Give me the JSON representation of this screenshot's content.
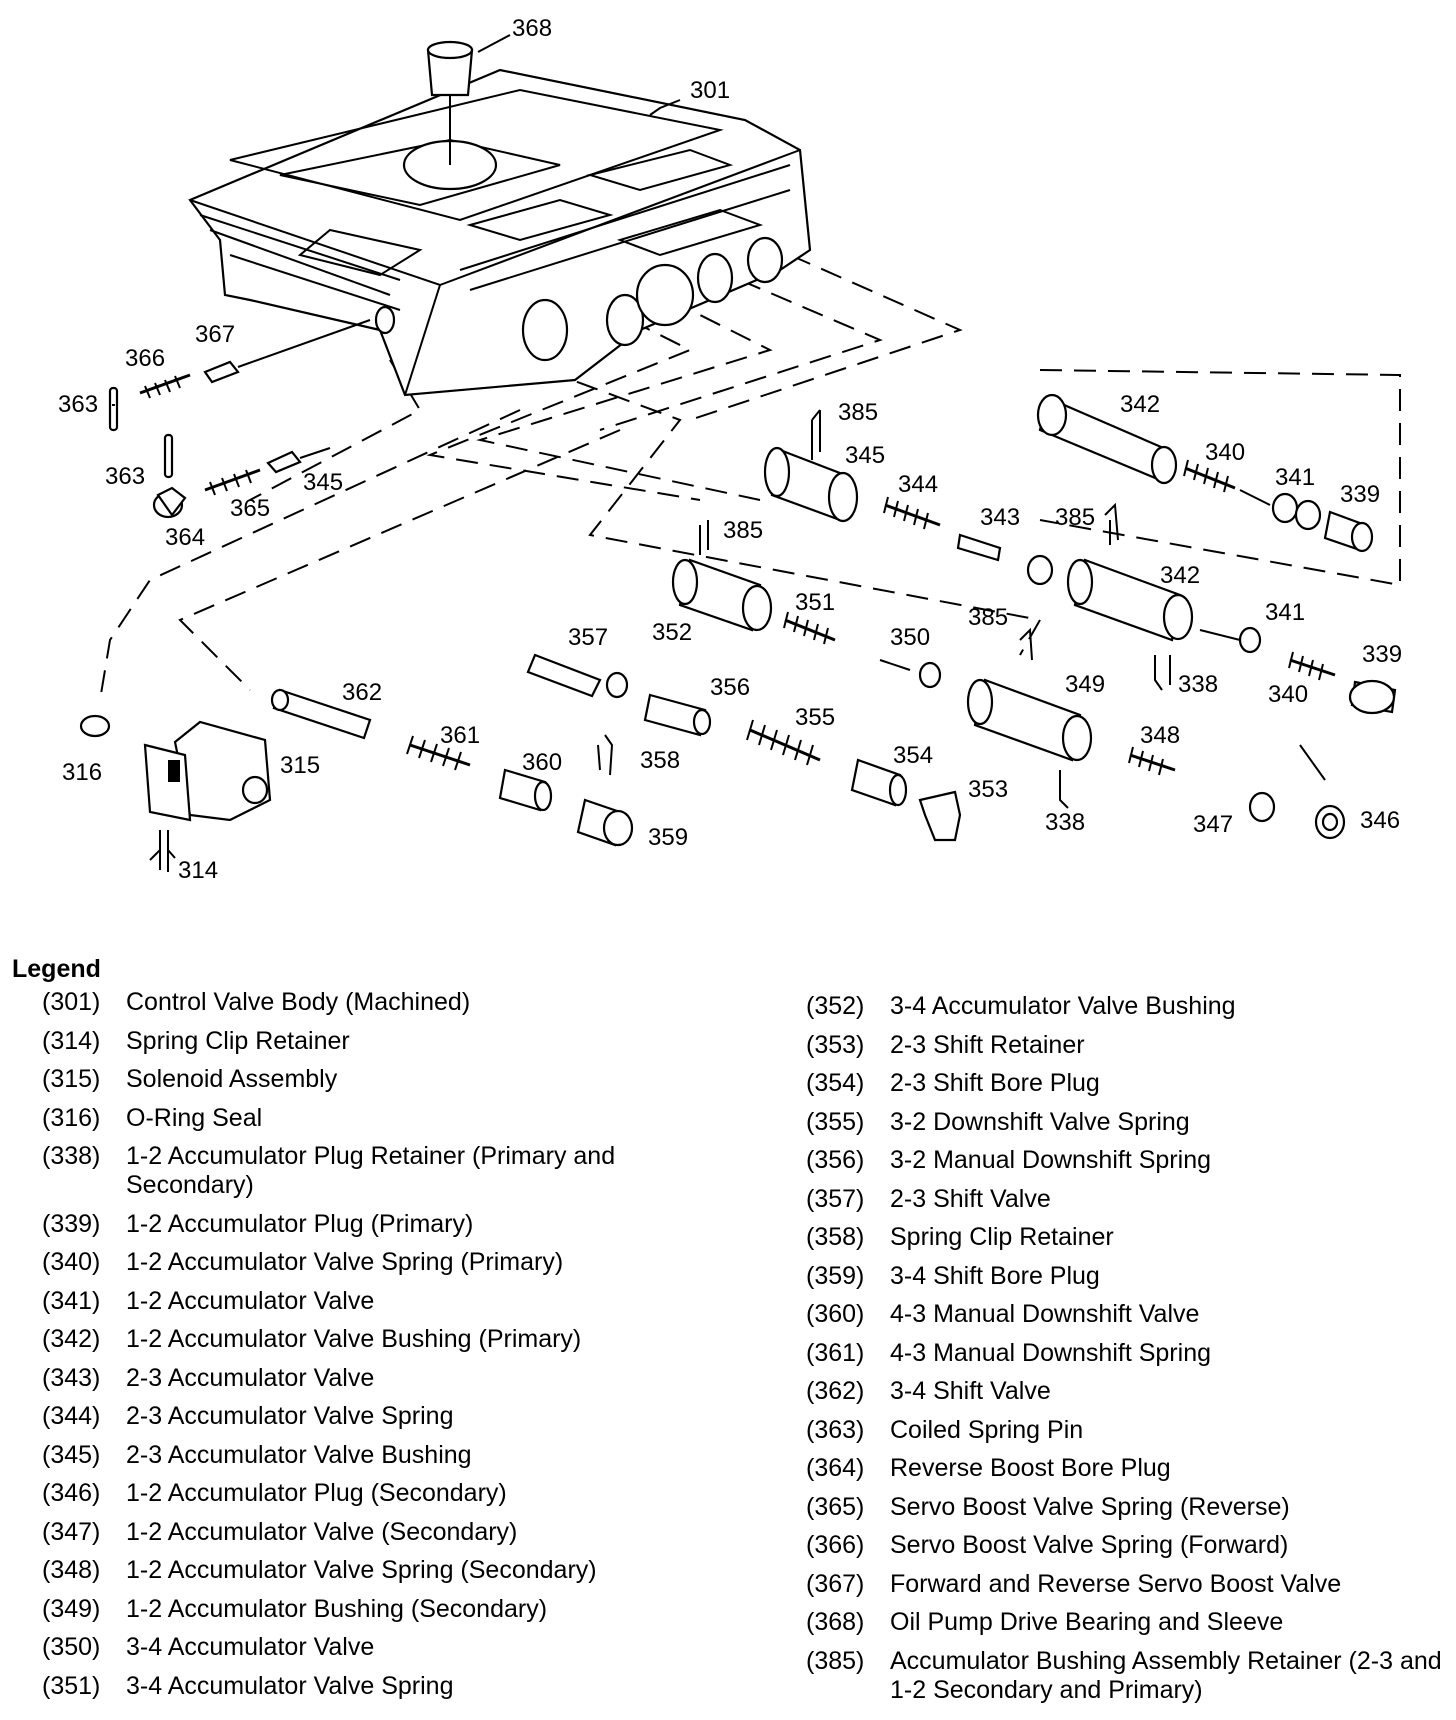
{
  "diagram": {
    "callouts": {
      "c368": "368",
      "c301": "301",
      "c367": "367",
      "c366": "366",
      "c363a": "363",
      "c363b": "363",
      "c365": "365",
      "c345a": "345",
      "c364": "364",
      "c342a": "342",
      "c340a": "340",
      "c341a": "341",
      "c339a": "339",
      "c385a": "385",
      "c345b": "345",
      "c344": "344",
      "c343": "343",
      "c385b": "385",
      "c342b": "342",
      "c385c": "385",
      "c351": "351",
      "c352": "352",
      "c350": "350",
      "c341b": "341",
      "c339b": "339",
      "c385d": "385",
      "c357": "357",
      "c340b": "340",
      "c338a": "338",
      "c349": "349",
      "c362": "362",
      "c356": "356",
      "c355": "355",
      "c348": "348",
      "c361": "361",
      "c316": "316",
      "c315": "315",
      "c360": "360",
      "c358": "358",
      "c354": "354",
      "c353": "353",
      "c338b": "338",
      "c347": "347",
      "c346": "346",
      "c359": "359",
      "c314": "314"
    }
  },
  "legend": {
    "title": "Legend",
    "left": [
      {
        "num": "(301)",
        "desc": "Control Valve Body (Machined)"
      },
      {
        "num": "(314)",
        "desc": "Spring Clip Retainer"
      },
      {
        "num": "(315)",
        "desc": "Solenoid Assembly"
      },
      {
        "num": "(316)",
        "desc": "O-Ring Seal"
      },
      {
        "num": "(338)",
        "desc": "1-2 Accumulator Plug Retainer (Primary and Secondary)"
      },
      {
        "num": "(339)",
        "desc": "1-2 Accumulator Plug (Primary)"
      },
      {
        "num": "(340)",
        "desc": "1-2 Accumulator Valve Spring (Primary)"
      },
      {
        "num": "(341)",
        "desc": "1-2 Accumulator Valve"
      },
      {
        "num": "(342)",
        "desc": "1-2 Accumulator Valve Bushing (Primary)"
      },
      {
        "num": "(343)",
        "desc": "2-3 Accumulator Valve"
      },
      {
        "num": "(344)",
        "desc": "2-3 Accumulator Valve Spring"
      },
      {
        "num": "(345)",
        "desc": "2-3 Accumulator Valve Bushing"
      },
      {
        "num": "(346)",
        "desc": "1-2 Accumulator Plug (Secondary)"
      },
      {
        "num": "(347)",
        "desc": "1-2 Accumulator Valve (Secondary)"
      },
      {
        "num": "(348)",
        "desc": "1-2 Accumulator Valve Spring (Secondary)"
      },
      {
        "num": "(349)",
        "desc": "1-2 Accumulator Bushing (Secondary)"
      },
      {
        "num": "(350)",
        "desc": "3-4 Accumulator Valve"
      },
      {
        "num": "(351)",
        "desc": "3-4 Accumulator Valve Spring"
      }
    ],
    "right": [
      {
        "num": "(352)",
        "desc": "3-4 Accumulator Valve Bushing"
      },
      {
        "num": "(353)",
        "desc": "2-3 Shift Retainer"
      },
      {
        "num": "(354)",
        "desc": "2-3 Shift Bore Plug"
      },
      {
        "num": "(355)",
        "desc": "3-2 Downshift Valve Spring"
      },
      {
        "num": "(356)",
        "desc": "3-2 Manual Downshift Spring"
      },
      {
        "num": "(357)",
        "desc": "2-3 Shift Valve"
      },
      {
        "num": "(358)",
        "desc": "Spring Clip Retainer"
      },
      {
        "num": "(359)",
        "desc": "3-4 Shift Bore Plug"
      },
      {
        "num": "(360)",
        "desc": "4-3 Manual Downshift Valve"
      },
      {
        "num": "(361)",
        "desc": "4-3 Manual Downshift Spring"
      },
      {
        "num": "(362)",
        "desc": "3-4 Shift Valve"
      },
      {
        "num": "(363)",
        "desc": "Coiled Spring Pin"
      },
      {
        "num": "(364)",
        "desc": "Reverse Boost Bore Plug"
      },
      {
        "num": "(365)",
        "desc": "Servo Boost Valve Spring (Reverse)"
      },
      {
        "num": "(366)",
        "desc": "Servo Boost Valve Spring (Forward)"
      },
      {
        "num": "(367)",
        "desc": "Forward and Reverse Servo Boost Valve"
      },
      {
        "num": "(368)",
        "desc": "Oil Pump Drive Bearing and Sleeve"
      },
      {
        "num": "(385)",
        "desc": "Accumulator Bushing Assembly Retainer (2-3 and 1-2 Secondary and Primary)"
      }
    ]
  }
}
